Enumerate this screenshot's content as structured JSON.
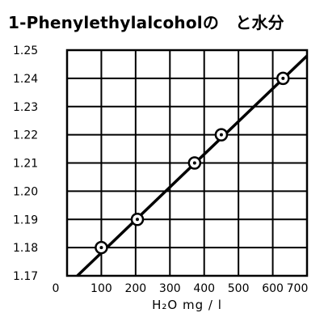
{
  "chart_data": {
    "type": "line",
    "title": "1-Phenylethylalcoholの　と水分",
    "xlabel": "H₂O mg / l",
    "ylabel": "",
    "xlim": [
      0,
      700
    ],
    "ylim": [
      1.17,
      1.25
    ],
    "x_ticks": [
      "0",
      "100",
      "200",
      "300",
      "400",
      "500",
      "600",
      "700"
    ],
    "y_ticks": [
      "1.25",
      "1.24",
      "1.23",
      "1.22",
      "1.21",
      "1.20",
      "1.19",
      "1.18",
      "1.17"
    ],
    "grid": true,
    "series": [
      {
        "points": [
          {
            "x": 100,
            "y": 1.18
          },
          {
            "x": 205,
            "y": 1.19
          },
          {
            "x": 372,
            "y": 1.21
          },
          {
            "x": 450,
            "y": 1.22
          },
          {
            "x": 630,
            "y": 1.24
          }
        ],
        "fit_line": {
          "x0": 30,
          "y0": 1.17,
          "x1": 700,
          "y1": 1.248
        }
      }
    ],
    "colors": {
      "line": "#000000",
      "grid": "#000000",
      "marker_fill": "#ffffff"
    }
  }
}
